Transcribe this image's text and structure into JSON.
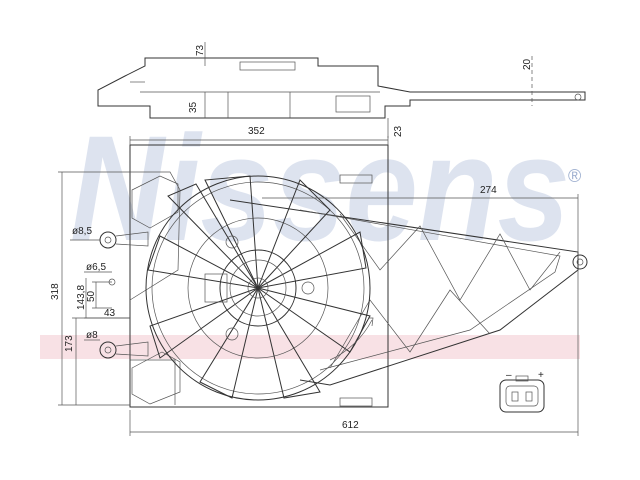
{
  "watermark": {
    "brand": "Nissens",
    "registered_mark": "®"
  },
  "colors": {
    "ink": "#333333",
    "watermark_blue": "#c8d2e6",
    "watermark_pink": "#f2c9cf",
    "paper": "#ffffff"
  },
  "dimensions": {
    "top_depth": "73",
    "top_height": "35",
    "side_offset": "20",
    "shroud_step": "23",
    "shroud_width": "352",
    "arm_length": "274",
    "overall_width": "612",
    "overall_height": "318",
    "lower_height": "173",
    "hole_large": "ø8,5",
    "hole_mid": "ø6,5",
    "hole_small": "ø8",
    "conn_height_a": "143,8",
    "conn_height_b": "50",
    "conn_offset": "43"
  },
  "connector": {
    "minus": "–",
    "plus": "+"
  },
  "icons": {
    "connector": "two-pin-connector-icon",
    "registered": "registered-mark-icon"
  }
}
